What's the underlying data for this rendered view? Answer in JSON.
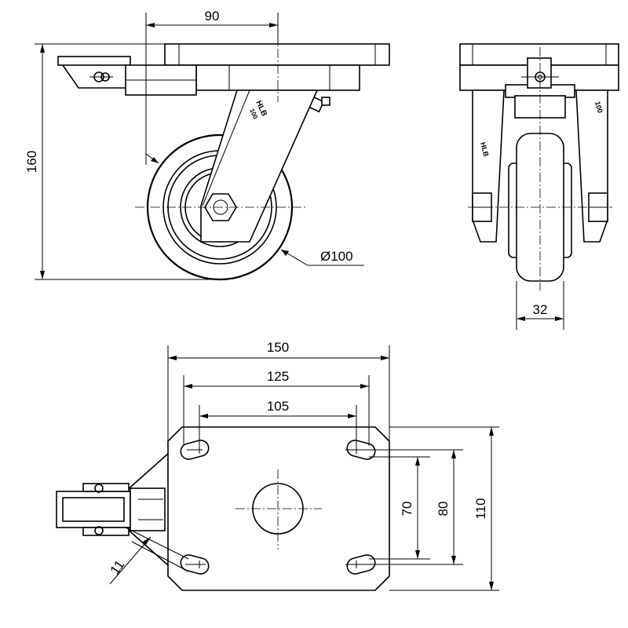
{
  "colors": {
    "line": "#000000",
    "background": "#ffffff"
  },
  "dimensions": {
    "offset": "90",
    "height": "160",
    "wheel_diameter": "Ø100",
    "wheel_width": "32",
    "plate_length": "150",
    "hole_spacing_outer": "125",
    "hole_spacing_inner": "105",
    "hole_pitch_70": "70",
    "hole_pitch_80": "80",
    "plate_width": "110",
    "slot_width": "11"
  },
  "labels": {
    "fork_marking_side": "HLB",
    "fork_marking_size": "100"
  }
}
